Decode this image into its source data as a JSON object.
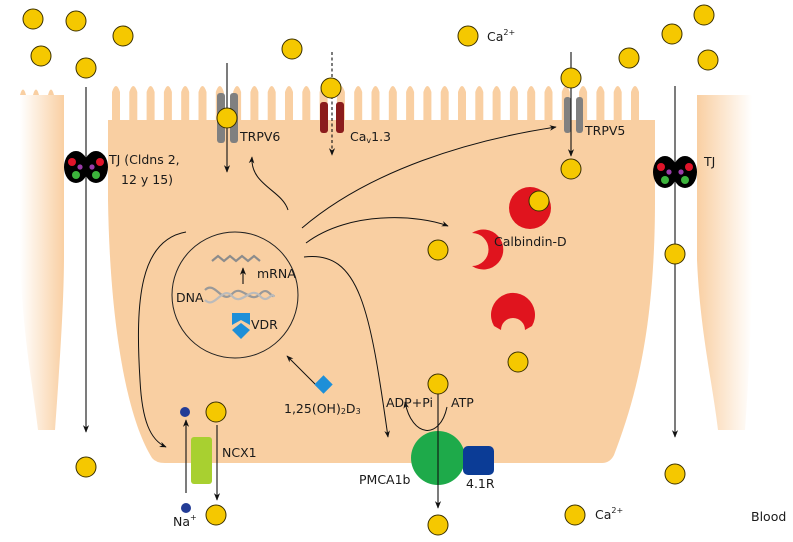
{
  "title": "Transcellular and paracellular calcium transport in the epithelial cell",
  "colors": {
    "cell": "#f9cfa2",
    "calcium": "#f5c800",
    "calcium_outline": "#3a3000",
    "channel_trpv": "#808080",
    "channel_cav": "#8b1c1c",
    "calbindin": "#e0141e",
    "ncx1": "#a8d030",
    "pmca": "#1eaa4a",
    "protein_41r": "#0b3c96",
    "vdr": "#1e8fd8",
    "sodium": "#233c96",
    "tj_body": "#000000",
    "tj_red": "#e0142a",
    "tj_purple": "#9a3ca8",
    "tj_green": "#3cb43c"
  },
  "labels": {
    "ca_top": "Ca",
    "ca_top_sup": "2+",
    "trpv6": "TRPV6",
    "cav13_main": "Ca",
    "cav13_sub": "v",
    "cav13_rest": "1.3",
    "trpv5": "TRPV5",
    "tj_left_line1": "TJ (Cldns 2,",
    "tj_left_line2": "12 y 15)",
    "tj_right": "TJ",
    "calbindin": "Calbindin-D",
    "mrna": "mRNA",
    "dna": "DNA",
    "vdr": "VDR",
    "vitd_part1": "1,25(OH)",
    "vitd_sub1": "2",
    "vitd_part2": "D",
    "vitd_sub2": "3",
    "adp_pi": "ADP+Pi",
    "atp": "ATP",
    "ncx1": "NCX1",
    "pmca1b": "PMCA1b",
    "protein_41r": "4.1R",
    "na": "Na",
    "na_sup": "+",
    "ca_bottom": "Ca",
    "ca_bottom_sup": "2+",
    "blood": "Blood"
  },
  "icons": {
    "calcium_ion": "circle",
    "sodium_ion": "small-circle",
    "vitamin_d": "diamond",
    "vdr": "chevron-shield",
    "dna": "double-helix",
    "mrna": "wavy-line",
    "tight_junction": "paired-ovals"
  }
}
